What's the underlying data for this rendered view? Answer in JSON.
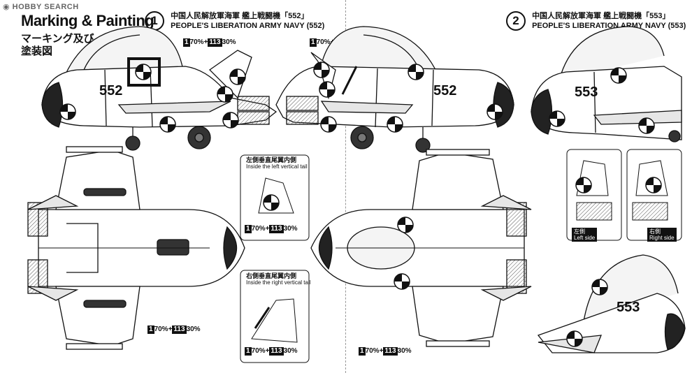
{
  "watermark": "HOBBY SEARCH",
  "header": {
    "title": "Marking & Painting",
    "subtitle_line1": "マーキング及び",
    "subtitle_line2": "塗装図"
  },
  "schemes": [
    {
      "number": "1",
      "jp": "中国人民解放軍海軍 艦上戦闘機「552」",
      "en": "PEOPLE'S LIBERATION ARMY NAVY (552)",
      "tail_number": "552"
    },
    {
      "number": "2",
      "jp": "中国人民解放軍海軍 艦上戦闘機「553」",
      "en": "PEOPLE'S LIBERATION ARMY NAVY (553)",
      "tail_number": "553"
    }
  ],
  "mix": {
    "a": "1",
    "a_pct": "70%",
    "plus": "+",
    "b": "113",
    "b_pct": "30%"
  },
  "tail_boxes": {
    "left_jp": "左側垂直尾翼内側",
    "left_en": "Inside the left vertical tail",
    "right_jp": "右側垂直尾翼内側",
    "right_en": "Inside the right vertical tail"
  },
  "side_labels": {
    "left_jp": "左側",
    "left_en": "Left side",
    "right_jp": "右側",
    "right_en": "Right side"
  },
  "colors": {
    "ink": "#111111",
    "paper": "#ffffff",
    "shade": "#c8c8c8",
    "panel": "#e6e6e6"
  }
}
